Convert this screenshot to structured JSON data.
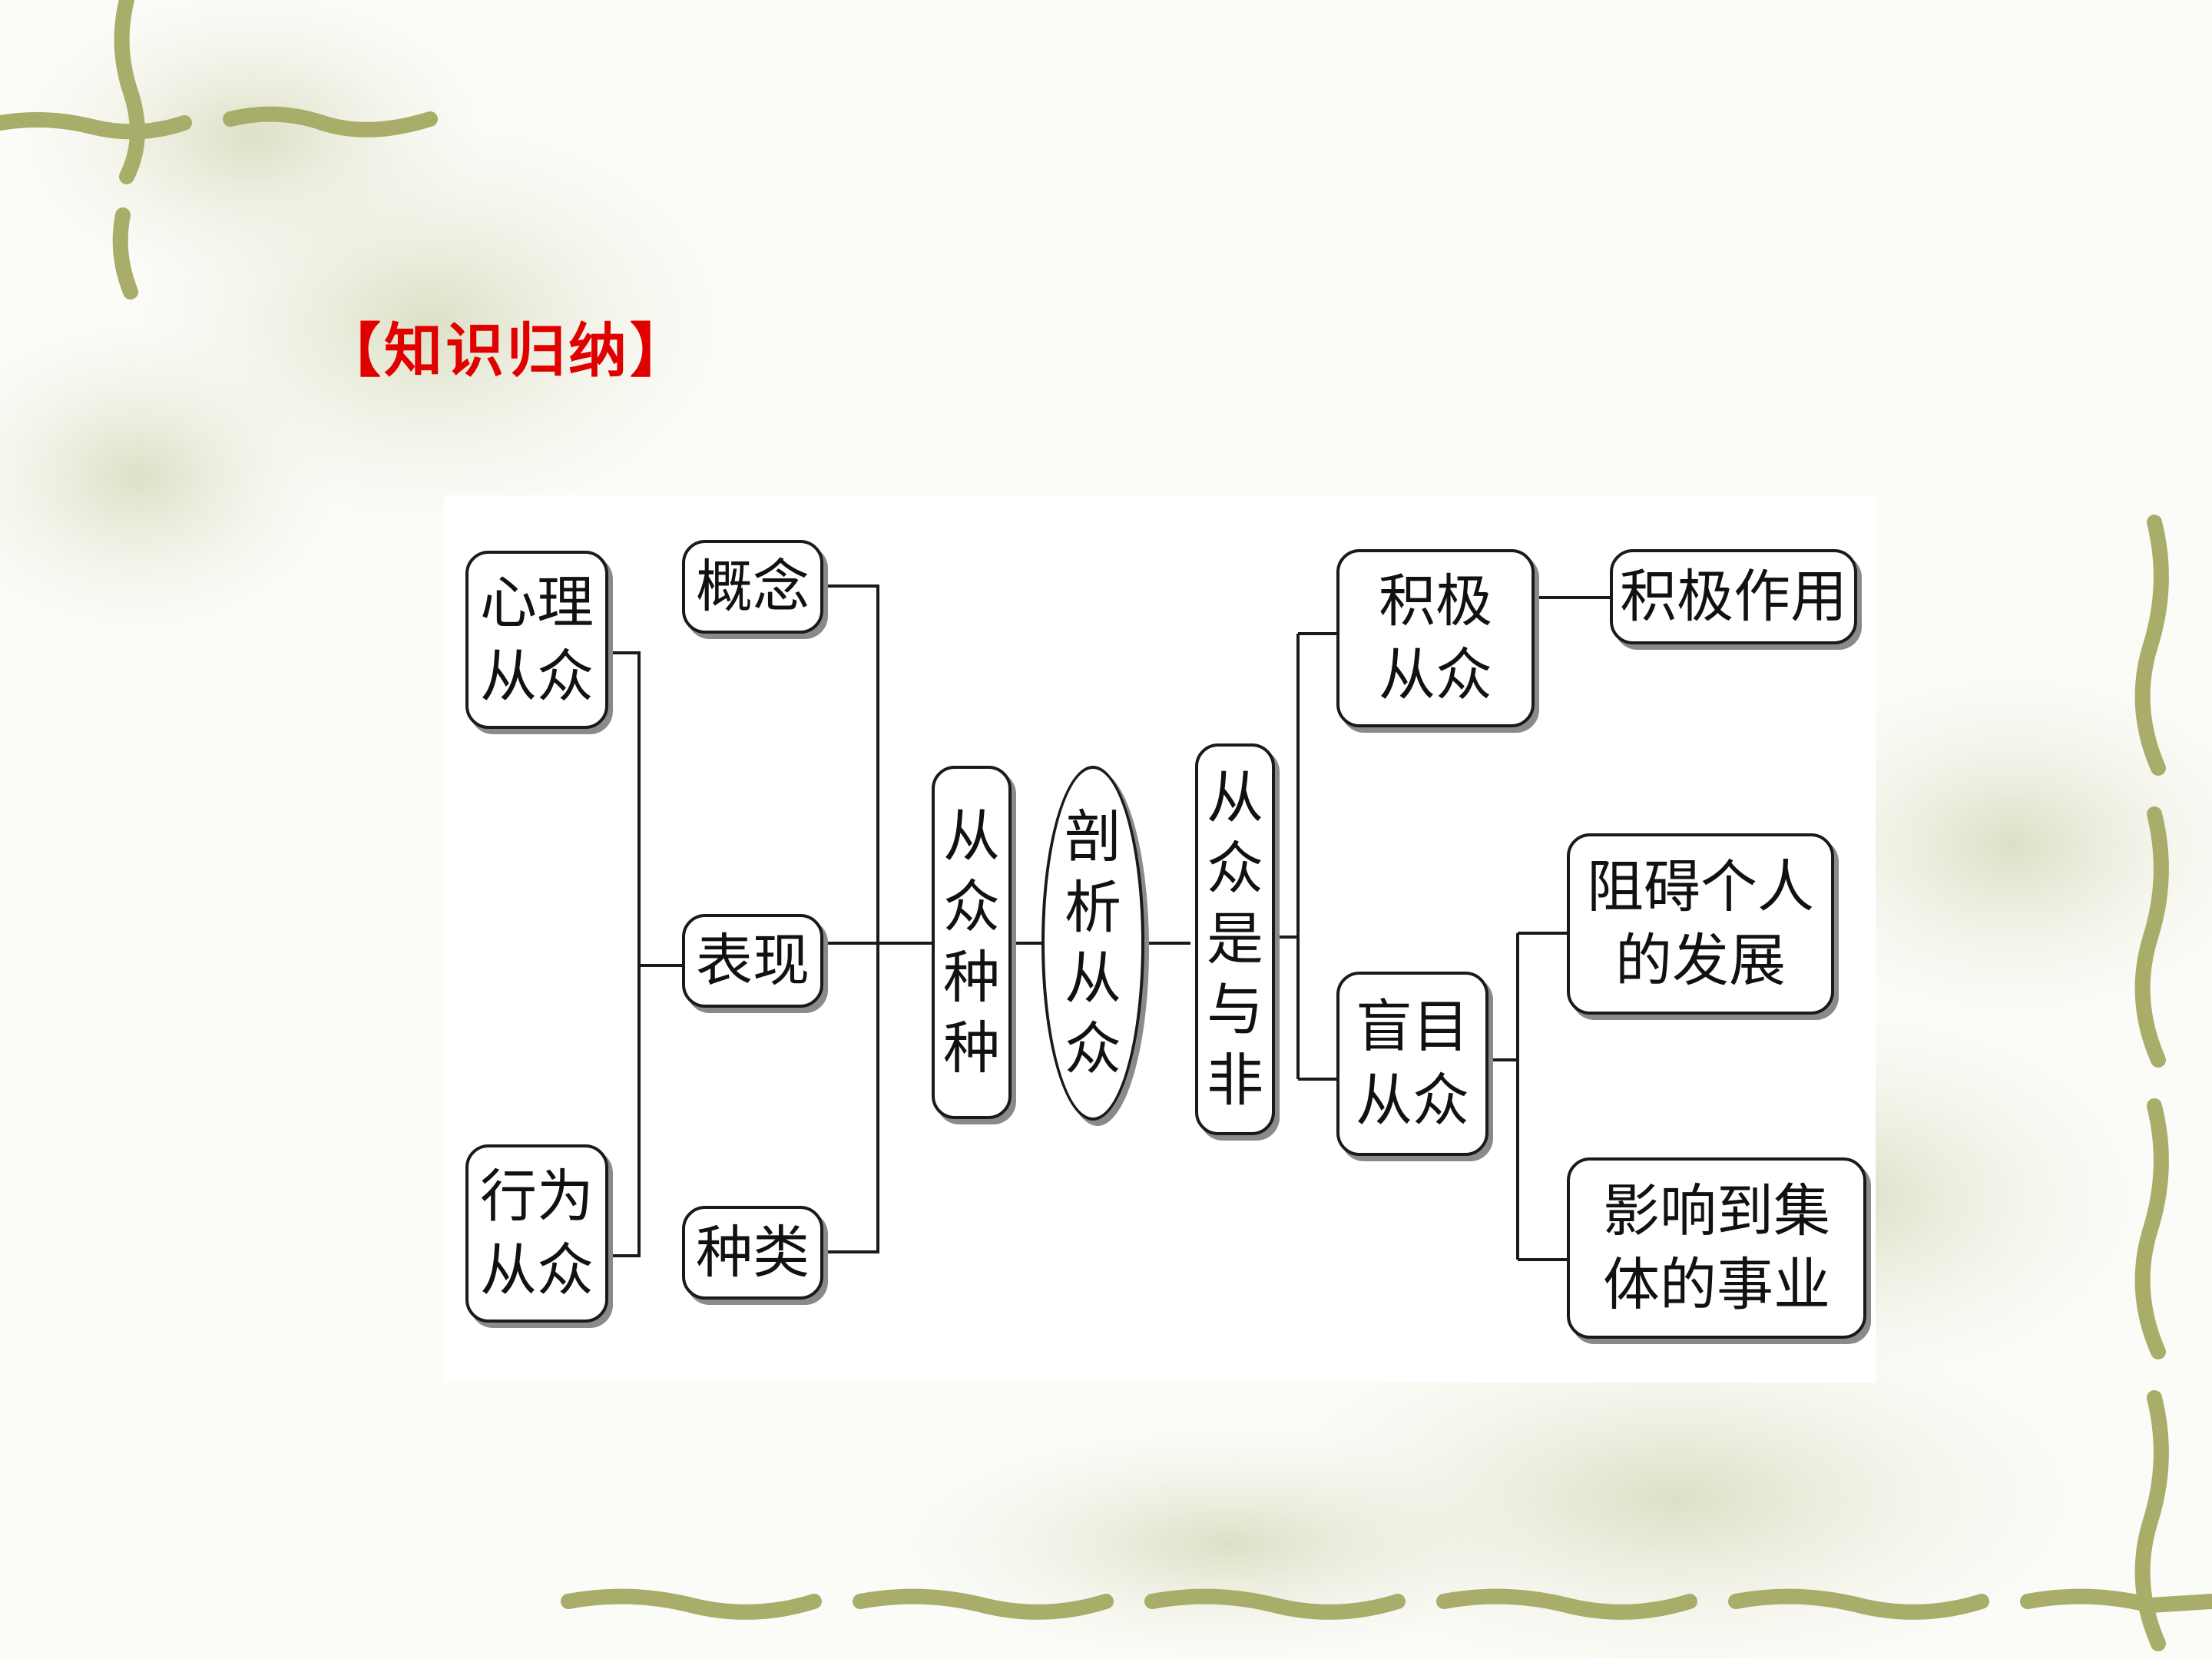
{
  "slide": {
    "title": "【知识归纳】"
  },
  "diagram": {
    "nodes": {
      "xinli": "心理从众",
      "xingwei": "行为从众",
      "gainian": "概念",
      "biaoxian": "表现",
      "zhonglei": "种类",
      "congzhong_zhongzhong": "从众种种",
      "pouxi": "剖析从众",
      "shifei": "从众是与非",
      "jiji": "积极从众",
      "jiji_zuoyong": "积极作用",
      "mangmu": "盲目从众",
      "zuai": "阻碍个人的发展",
      "yingxiang": "影响到集体的事业"
    },
    "colors": {
      "line": "#1a1a1a",
      "vine": "#a8ad6a",
      "title": "#e00000"
    }
  }
}
